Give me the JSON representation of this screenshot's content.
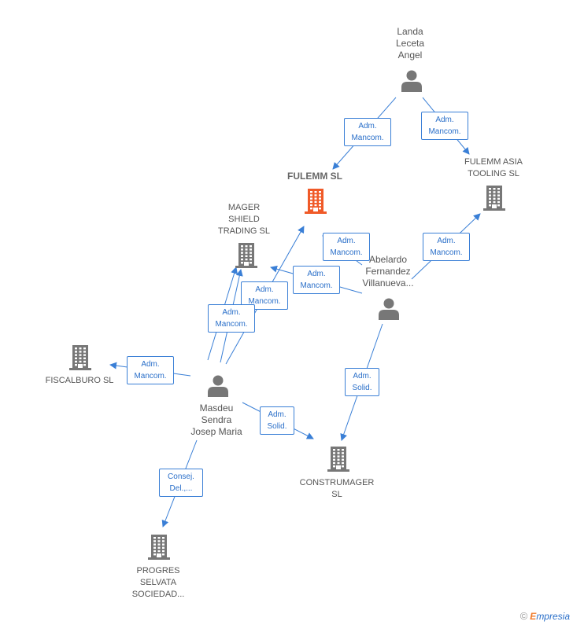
{
  "nodes": {
    "landa": {
      "label": [
        "Landa",
        "Leceta",
        "Angel"
      ],
      "kind": "person"
    },
    "fulemm": {
      "label": [
        "FULEMM SL"
      ],
      "kind": "focus-company"
    },
    "fulemm_asia": {
      "label": [
        "FULEMM ASIA",
        "TOOLING  SL"
      ],
      "kind": "company"
    },
    "mager": {
      "label": [
        "MAGER",
        "SHIELD",
        "TRADING  SL"
      ],
      "kind": "company"
    },
    "abelardo": {
      "label": [
        "Abelardo",
        "Fernandez",
        "Villanueva..."
      ],
      "kind": "person"
    },
    "fiscalburo": {
      "label": [
        "FISCALBURO SL"
      ],
      "kind": "company"
    },
    "masdeu": {
      "label": [
        "Masdeu",
        "Sendra",
        "Josep Maria"
      ],
      "kind": "person"
    },
    "construmager": {
      "label": [
        "CONSTRUMAGER",
        "SL"
      ],
      "kind": "company"
    },
    "progres": {
      "label": [
        "PROGRES",
        "SELVATA",
        "SOCIEDAD..."
      ],
      "kind": "company"
    }
  },
  "edges": [
    {
      "id": "landa-fulemm",
      "label": [
        "Adm.",
        "Mancom."
      ]
    },
    {
      "id": "landa-fulemm-asia",
      "label": [
        "Adm.",
        "Mancom."
      ]
    },
    {
      "id": "abelardo-fulemm",
      "label": [
        "Adm.",
        "Mancom."
      ]
    },
    {
      "id": "abelardo-fulemm-asia",
      "label": [
        "Adm.",
        "Mancom."
      ]
    },
    {
      "id": "abelardo-mager",
      "label": [
        "Adm.",
        "Mancom."
      ]
    },
    {
      "id": "masdeu-fulemm",
      "label": [
        "Adm.",
        "Mancom."
      ]
    },
    {
      "id": "masdeu-mager",
      "label": [
        "Adm.",
        "Mancom."
      ]
    },
    {
      "id": "masdeu-fiscalburo",
      "label": [
        "Adm.",
        "Mancom."
      ]
    },
    {
      "id": "masdeu-construmager",
      "label": [
        "Adm.",
        "Solid."
      ]
    },
    {
      "id": "abelardo-construmager",
      "label": [
        "Adm.",
        "Solid."
      ]
    },
    {
      "id": "masdeu-progres",
      "label": [
        "Consej.",
        "Del.,..."
      ]
    }
  ],
  "colors": {
    "edge": "#3a7fd6",
    "icon": "#777777",
    "focus": "#f05a28"
  },
  "footer": {
    "copyright": "©",
    "brand_initial": "E",
    "brand_rest": "mpresia"
  }
}
